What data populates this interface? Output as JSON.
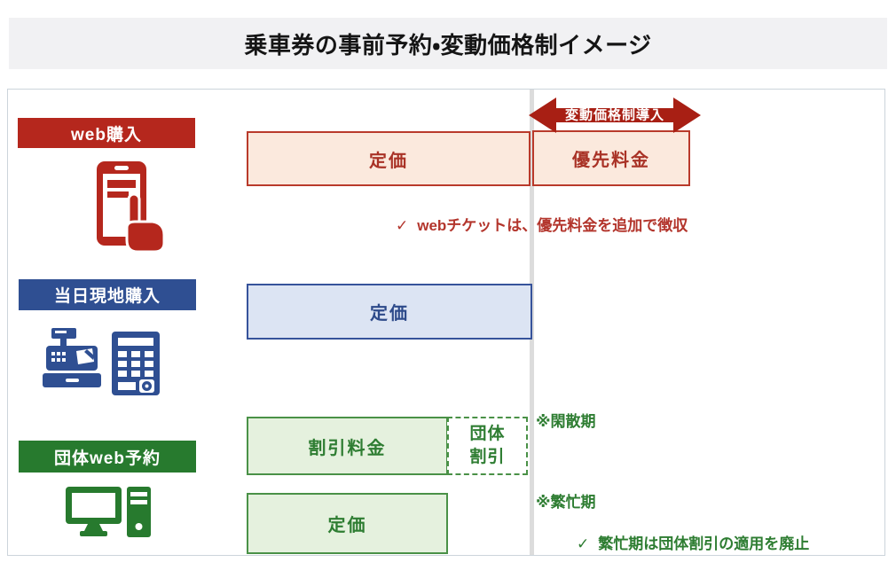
{
  "title": "乗車券の事前予約・変動価格制イメージ",
  "colors": {
    "web_red": "#b5271d",
    "web_box_fill": "#fbe9dd",
    "web_box_border": "#b93a2b",
    "arrow_red": "#a81f14",
    "onsite_blue": "#2f4f92",
    "onsite_box_fill": "#dce4f3",
    "onsite_box_border": "#36539b",
    "group_green": "#277a2e",
    "group_box_fill": "#e5f1de",
    "group_box_border": "#4a9147",
    "note_red": "#b3352c",
    "note_green": "#2e7d32",
    "divider_gray": "#dcdcdc",
    "title_band_gray": "#f1f1f3"
  },
  "rows": {
    "web": {
      "label": "web購入",
      "icon": "smartphone-tap-icon",
      "list_price_box": "定価",
      "priority_fee_box": "優先料金",
      "arrow_label": "変動価格制導入",
      "note_check": "✓",
      "note_text": "webチケットは、優先料金を追加で徴収"
    },
    "onsite": {
      "label": "当日現地購入",
      "icons": [
        "cash-register-icon",
        "ticket-vending-machine-icon"
      ],
      "list_price_box": "定価"
    },
    "group": {
      "label": "団体web予約",
      "icon": "desktop-computer-icon",
      "discount_price_box": "割引料金",
      "group_discount_line1": "団体",
      "group_discount_line2": "割引",
      "offpeak_note": "※閑散期",
      "list_price_box": "定価",
      "peak_note": "※繁忙期",
      "note_check": "✓",
      "note_text": "繁忙期は団体割引の適用を廃止"
    }
  }
}
